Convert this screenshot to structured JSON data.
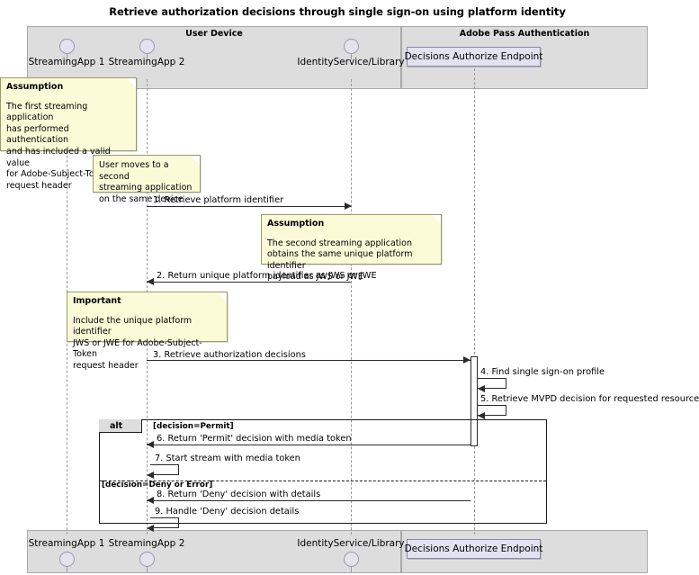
{
  "title": "Retrieve authorization decisions through single sign-on using platform identity",
  "groups": [
    {
      "name": "user-device",
      "label": "User Device"
    },
    {
      "name": "adobe-pass-authentication",
      "label": "Adobe Pass Authentication"
    }
  ],
  "participants": [
    {
      "name": "streamingapp-1",
      "label": "StreamingApp 1",
      "type": "actor"
    },
    {
      "name": "streamingapp-2",
      "label": "StreamingApp 2",
      "type": "actor"
    },
    {
      "name": "identityservice-library",
      "label": "IdentityService/Library",
      "type": "actor"
    },
    {
      "name": "decisions-authorize-endpoint",
      "label": "Decisions Authorize Endpoint",
      "type": "box"
    }
  ],
  "notes": [
    {
      "name": "note-assumption-first-app",
      "title": "Assumption",
      "body": "The first streaming application\nhas performed authentication\nand has included a valid value\nfor Adobe-Subject-Token\nrequest header"
    },
    {
      "name": "note-user-moves",
      "title": "",
      "body": "User moves to a second\nstreaming application\non the same device"
    },
    {
      "name": "note-assumption-second-app",
      "title": "Assumption",
      "body": "The second streaming application\nobtains the same unique platform identifier\npayload as JWS or JWE"
    },
    {
      "name": "note-important-header",
      "title": "Important",
      "body": "Include the unique platform identifier\nJWS or JWE for Adobe-Subject-Token\nrequest header"
    }
  ],
  "messages": [
    {
      "name": "message-1",
      "label": "1. Retrieve platform identifier"
    },
    {
      "name": "message-2",
      "label": "2. Return unique platform identifier as JWS or JWE"
    },
    {
      "name": "message-3",
      "label": "3. Retrieve authorization decisions"
    },
    {
      "name": "message-4",
      "label": "4. Find single sign-on profile"
    },
    {
      "name": "message-5",
      "label": "5. Retrieve MVPD decision for requested resource"
    },
    {
      "name": "message-6",
      "label": "6. Return 'Permit' decision with media token"
    },
    {
      "name": "message-7",
      "label": "7. Start stream with media token"
    },
    {
      "name": "message-8",
      "label": "8. Return 'Deny' decision with details"
    },
    {
      "name": "message-9",
      "label": "9. Handle 'Deny' decision details"
    }
  ],
  "fragment": {
    "operator": "alt",
    "guards": [
      "[decision=Permit]",
      "[decision=Deny or Error]"
    ]
  },
  "colors": {
    "group_fill": "#DDDDDD",
    "note_fill": "#FBFBD8",
    "participant_fill": "#E2E2F0",
    "line": "#2b2b2b"
  }
}
